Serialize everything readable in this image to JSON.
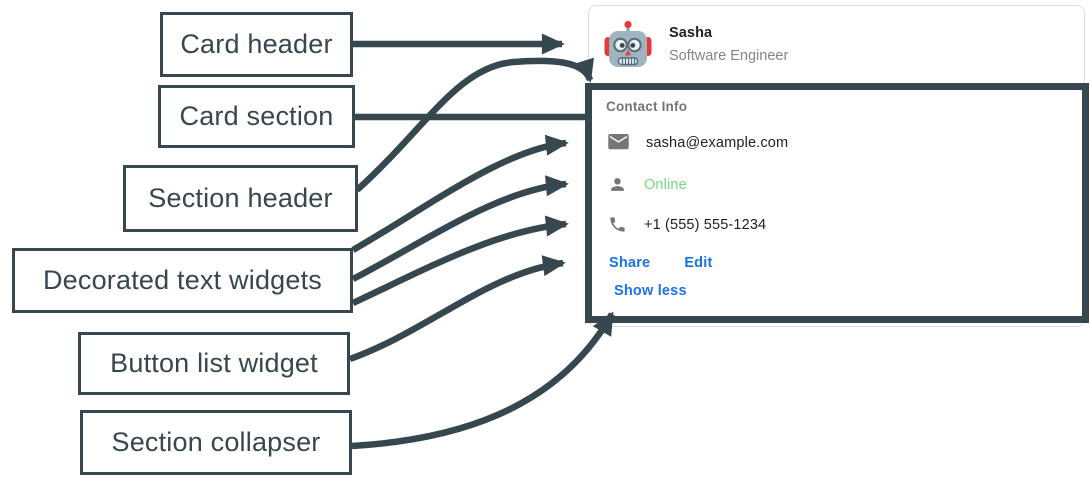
{
  "colors": {
    "slate": "#37474F",
    "link": "#1A73E8",
    "green": "#76D87C",
    "icon-gray": "#757575",
    "name-color": "#202124",
    "sub-color": "#80868B",
    "row-color": "#212121",
    "card-border": "#DADCE0",
    "section-title-color": "#757575"
  },
  "annotation_labels": [
    {
      "text": "Card header"
    },
    {
      "text": "Card section"
    },
    {
      "text": "Section header"
    },
    {
      "text": "Decorated text widgets"
    },
    {
      "text": "Button list widget"
    },
    {
      "text": "Section collapser"
    }
  ],
  "card": {
    "header": {
      "avatar": "robot-avatar",
      "name": "Sasha",
      "subtitle": "Software Engineer"
    },
    "section": {
      "title": "Contact Info",
      "rows": [
        {
          "icon": "mail-icon",
          "text": "sasha@example.com",
          "color": "#212121"
        },
        {
          "icon": "person-icon",
          "text": "Online",
          "color": "#76D87C"
        },
        {
          "icon": "phone-icon",
          "text": "+1 (555) 555-1234",
          "color": "#212121"
        }
      ],
      "buttons": [
        {
          "label": "Share"
        },
        {
          "label": "Edit"
        }
      ],
      "collapser": {
        "label": "Show less"
      }
    }
  }
}
